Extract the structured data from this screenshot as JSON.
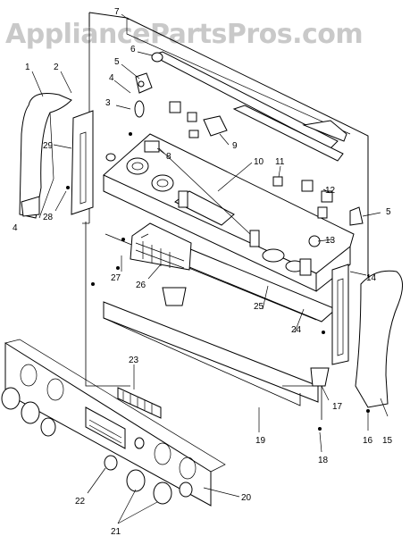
{
  "watermark": "AppliancePartsPros.com",
  "parts": [
    {
      "id": "1",
      "label": "1"
    },
    {
      "id": "2",
      "label": "2"
    },
    {
      "id": "3",
      "label": "3"
    },
    {
      "id": "4a",
      "label": "4"
    },
    {
      "id": "4b",
      "label": "4"
    },
    {
      "id": "5a",
      "label": "5"
    },
    {
      "id": "5b",
      "label": "5"
    },
    {
      "id": "6",
      "label": "6"
    },
    {
      "id": "7",
      "label": "7"
    },
    {
      "id": "8",
      "label": "8"
    },
    {
      "id": "9",
      "label": "9"
    },
    {
      "id": "10",
      "label": "10"
    },
    {
      "id": "11",
      "label": "11"
    },
    {
      "id": "12",
      "label": "12"
    },
    {
      "id": "13",
      "label": "13"
    },
    {
      "id": "14",
      "label": "14"
    },
    {
      "id": "15",
      "label": "15"
    },
    {
      "id": "16",
      "label": "16"
    },
    {
      "id": "17",
      "label": "17"
    },
    {
      "id": "18",
      "label": "18"
    },
    {
      "id": "19",
      "label": "19"
    },
    {
      "id": "20",
      "label": "20"
    },
    {
      "id": "21",
      "label": "21"
    },
    {
      "id": "22",
      "label": "22"
    },
    {
      "id": "23",
      "label": "23"
    },
    {
      "id": "24",
      "label": "24"
    },
    {
      "id": "25",
      "label": "25"
    },
    {
      "id": "26",
      "label": "26"
    },
    {
      "id": "27",
      "label": "27"
    },
    {
      "id": "28",
      "label": "28"
    },
    {
      "id": "29",
      "label": "29"
    }
  ]
}
